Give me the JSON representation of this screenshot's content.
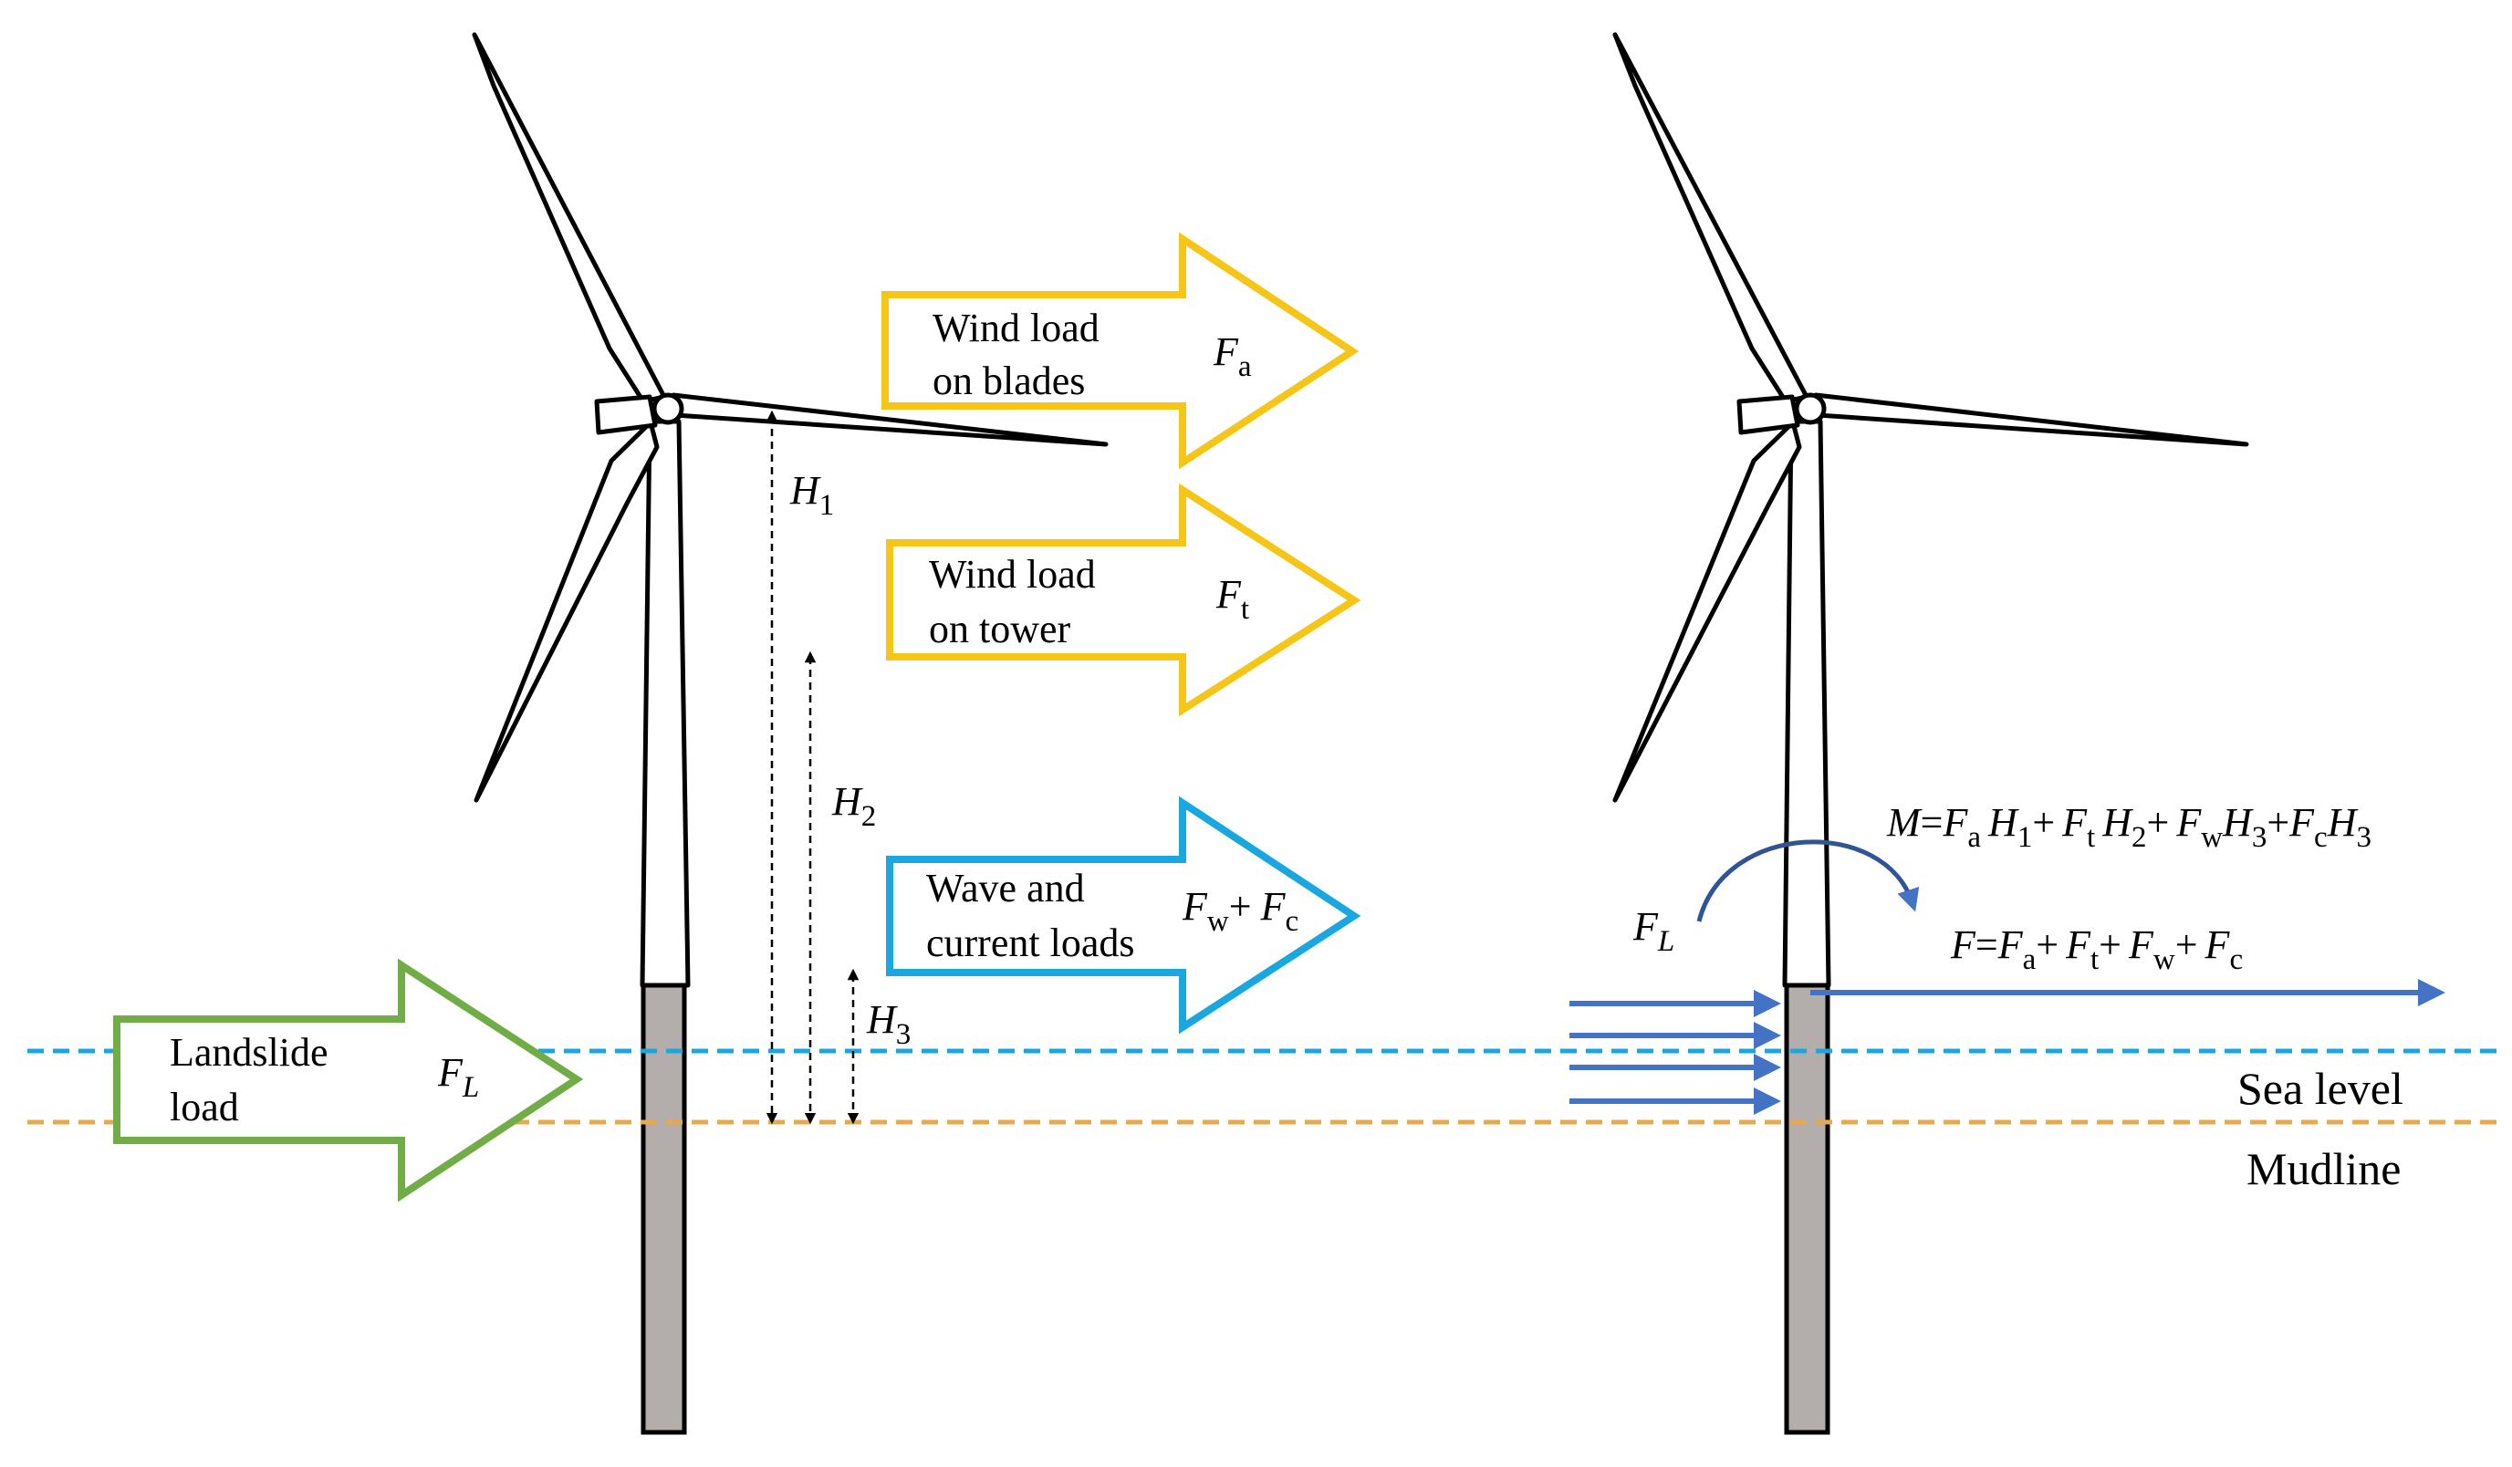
{
  "colors": {
    "wind_arrow": "#F5C518",
    "wave_arrow": "#1AA7E0",
    "landslide_arrow": "#70AD47",
    "sea_level_line": "#1AA7E0",
    "mudline_line": "#E8A84C",
    "monopile": "#B3AEAC",
    "force_arrows": "#4472C4",
    "outline": "#000000"
  },
  "arrows": {
    "wind_blades": {
      "line1": "Wind  load",
      "line2": "on blades"
    },
    "wind_tower": {
      "line1": "Wind load",
      "line2": "on tower"
    },
    "wave_current": {
      "line1": "Wave and",
      "line2": "current loads"
    },
    "landslide": {
      "line1": "Landslide",
      "line2": "load"
    }
  },
  "symbols": {
    "F": "F",
    "H": "H",
    "M": "M",
    "sub_a": "a",
    "sub_t": "t",
    "sub_w": "w",
    "sub_c": "c",
    "sub_L": "L",
    "sub_1": "1",
    "sub_2": "2",
    "sub_3": "3",
    "eq": "=",
    "plus": "+"
  },
  "levels": {
    "sea_level": "Sea level",
    "mudline": "Mudline"
  },
  "icons": {
    "turbine": "wind-turbine-icon"
  }
}
